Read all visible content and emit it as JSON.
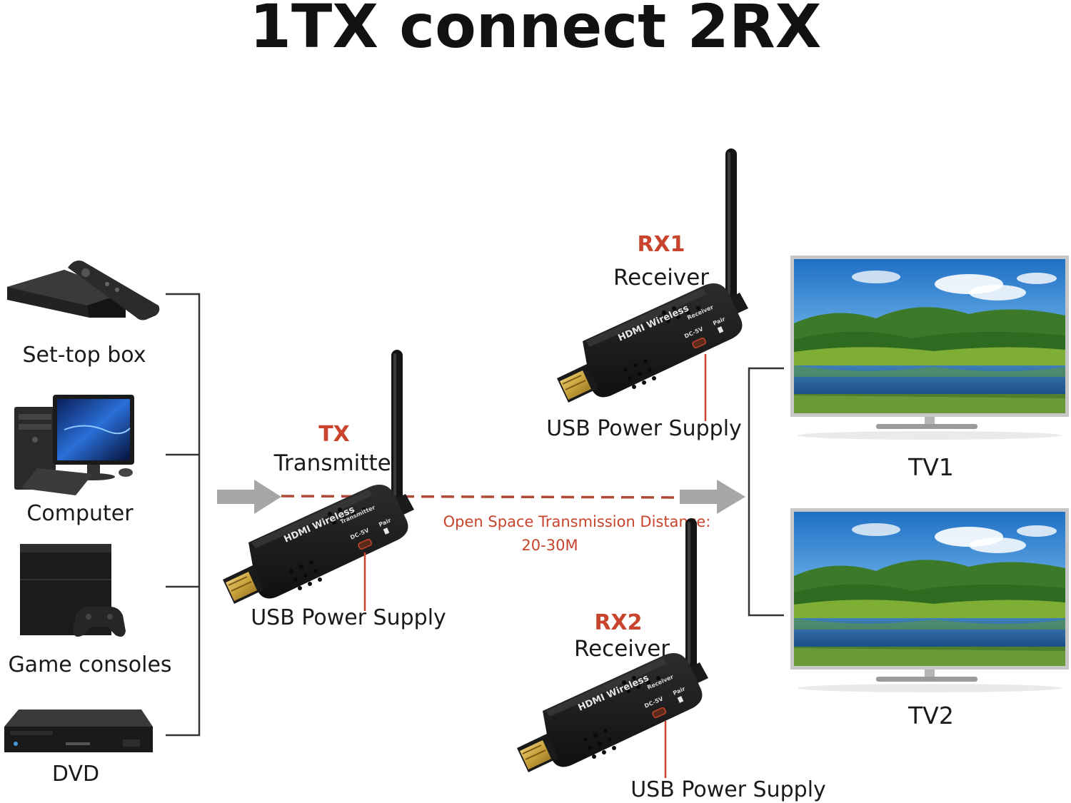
{
  "title": "1TX connect 2RX",
  "sources": [
    {
      "label": "Set-top box",
      "icon": "set-top-box-icon"
    },
    {
      "label": "Computer",
      "icon": "computer-icon"
    },
    {
      "label": "Game consoles",
      "icon": "game-console-icon"
    },
    {
      "label": "DVD",
      "icon": "dvd-player-icon"
    }
  ],
  "tx": {
    "code": "TX",
    "role": "Transmitter",
    "power": "USB Power Supply",
    "device_name": "HDMI Wireless",
    "device_type": "Transmitter",
    "port_label": "DC-5V",
    "button_label": "Pair"
  },
  "rx1": {
    "code": "RX1",
    "role": "Receiver",
    "power": "USB Power Supply",
    "device_name": "HDMI Wireless",
    "device_type": "Receiver",
    "port_label": "DC-5V",
    "button_label": "Pair"
  },
  "rx2": {
    "code": "RX2",
    "role": "Receiver",
    "power": "USB Power Supply",
    "device_name": "HDMI Wireless",
    "device_type": "Receiver",
    "port_label": "DC-5V",
    "button_label": "Pair"
  },
  "distance": {
    "line1": "Open Space Transmission Distance:",
    "line2": "20-30M"
  },
  "tvs": [
    {
      "label": "TV1"
    },
    {
      "label": "TV2"
    }
  ],
  "colors": {
    "accent": "#c8442c",
    "arrow": "#a6a6a6",
    "bracket": "#333333",
    "device": "#1c1c1c"
  }
}
